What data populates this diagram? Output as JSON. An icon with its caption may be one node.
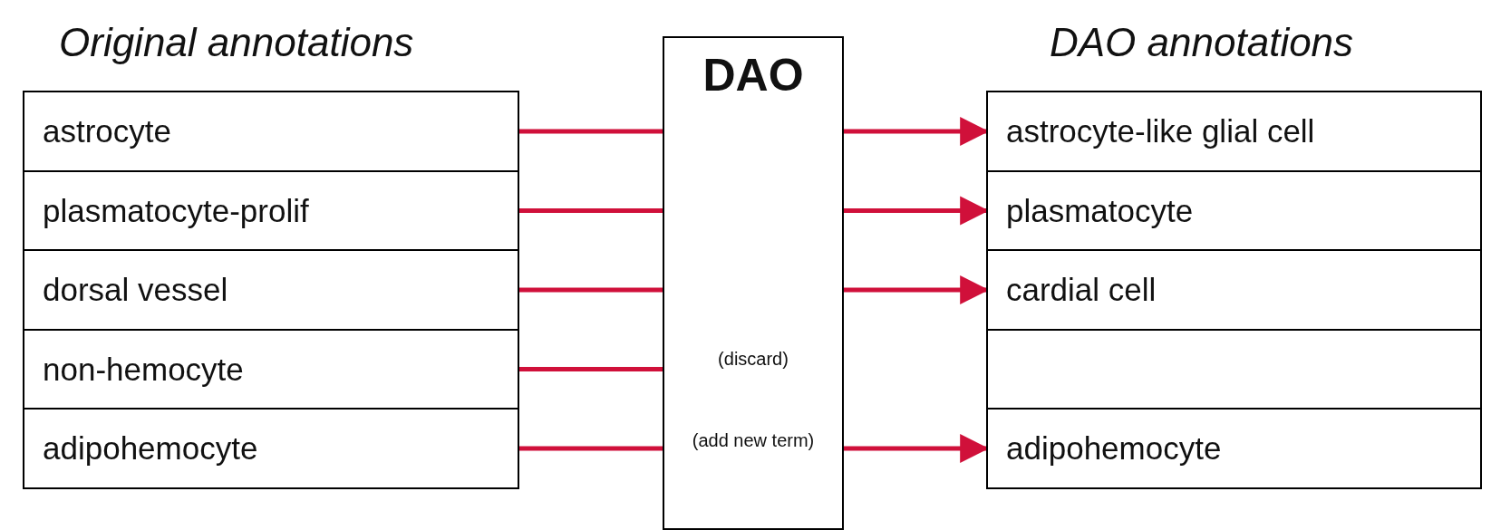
{
  "diagram": {
    "nodes": [
      {
        "text": [
          "astrocyte"
        ]
      },
      {
        "text": [
          "plasmatocyte-prolif"
        ]
      },
      {
        "text": [
          "dorsal vessel"
        ]
      },
      {
        "text": [
          "non-hemocyte"
        ]
      },
      {
        "text": [
          "adipohemocyte"
        ]
      },
      {
        "text": [
          "DAO",
          "(discard)",
          "(add new term)"
        ]
      },
      {
        "text": [
          "astrocyte-like glial cell"
        ]
      },
      {
        "text": [
          "plasmatocyte"
        ]
      },
      {
        "text": [
          "cardial cell"
        ]
      },
      {
        "text": [],
        "shape": "box"
      },
      {
        "text": [
          "adipohemocyte"
        ]
      }
    ],
    "edges": [
      {
        "from": 0,
        "to": 5,
        "arrow": "none"
      },
      {
        "from": 1,
        "to": 5,
        "arrow": "none"
      },
      {
        "from": 2,
        "to": 5,
        "arrow": "none"
      },
      {
        "from": 3,
        "to": 5,
        "arrow": "none"
      },
      {
        "from": 4,
        "to": 5,
        "arrow": "none"
      },
      {
        "from": 5,
        "to": 6,
        "arrow": "to"
      },
      {
        "from": 5,
        "to": 7,
        "arrow": "to"
      },
      {
        "from": 5,
        "to": 8,
        "arrow": "to"
      },
      {
        "from": 5,
        "to": 10,
        "arrow": "to"
      }
    ],
    "labels": [
      "Original annotations",
      "DAO annotations"
    ]
  }
}
